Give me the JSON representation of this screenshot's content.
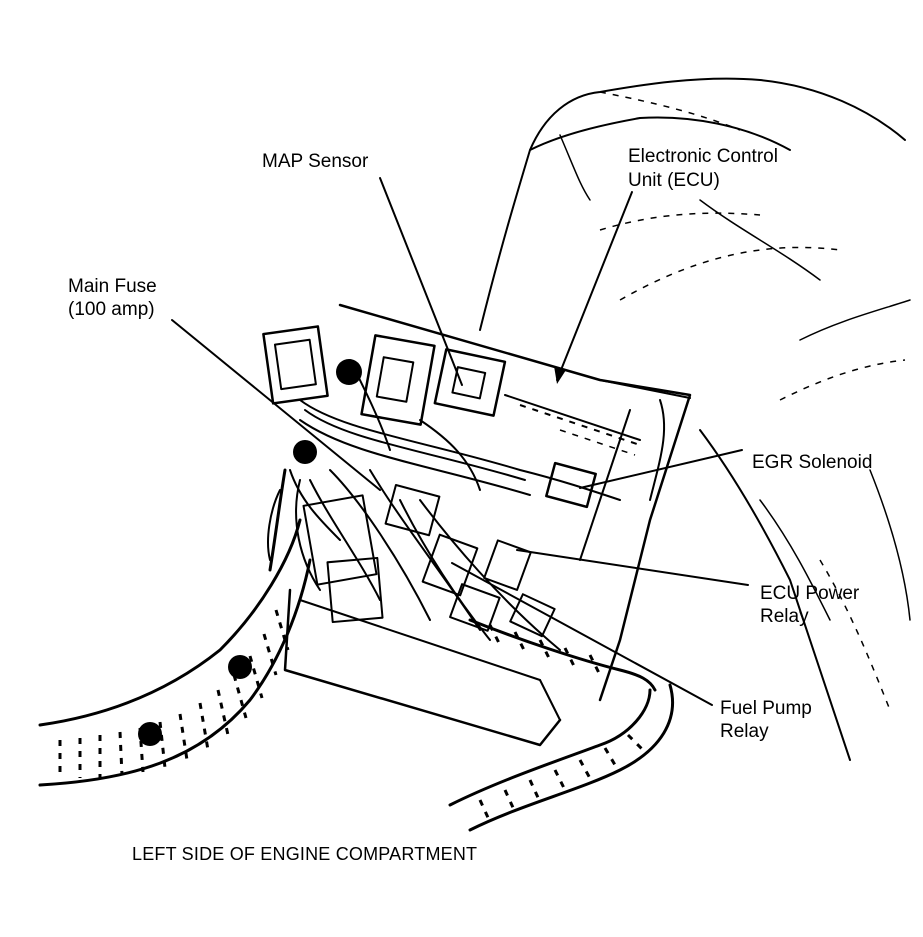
{
  "labels": {
    "map_sensor": "MAP Sensor",
    "ecu_line1": "Electronic Control",
    "ecu_line2": "Unit (ECU)",
    "main_fuse_line1": "Main Fuse",
    "main_fuse_line2": "(100 amp)",
    "egr_solenoid": "EGR Solenoid",
    "ecu_power_relay_line1": "ECU Power",
    "ecu_power_relay_line2": "Relay",
    "fuel_pump_relay_line1": "Fuel Pump",
    "fuel_pump_relay_line2": "Relay"
  },
  "caption": "LEFT SIDE OF ENGINE COMPARTMENT",
  "colors": {
    "ink": "#000000",
    "paper": "#ffffff"
  }
}
